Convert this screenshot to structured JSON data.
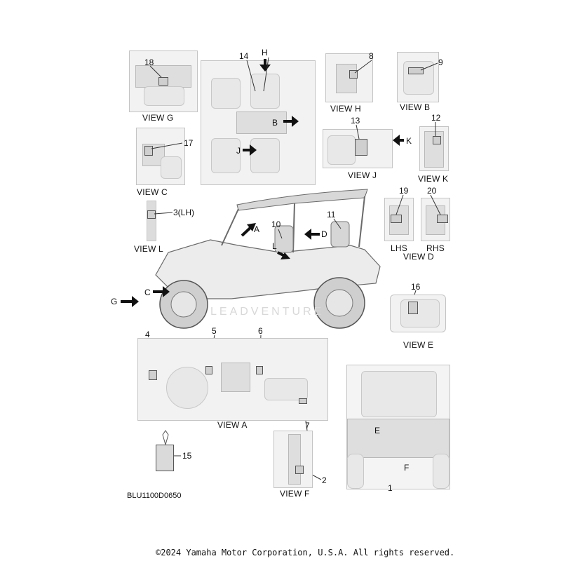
{
  "diagram_code": "BLU1100D0650",
  "footer": "©2024 Yamaha Motor Corporation, U.S.A. All rights reserved.",
  "watermark": "LEADVENTURE",
  "views": {
    "g": "VIEW G",
    "c": "VIEW C",
    "l": "VIEW L",
    "h": "VIEW H",
    "b": "VIEW B",
    "j": "VIEW J",
    "k": "VIEW K",
    "d": "VIEW D",
    "lhs": "LHS",
    "rhs": "RHS",
    "e": "VIEW E",
    "a": "VIEW A",
    "f": "VIEW F"
  },
  "callouts": {
    "n1": "1",
    "n2": "2",
    "n3": "3(LH)",
    "n4": "4",
    "n5": "5",
    "n6": "6",
    "n7": "7",
    "n8": "8",
    "n9": "9",
    "n10": "10",
    "n11": "11",
    "n12": "12",
    "n13": "13",
    "n14": "14",
    "n15": "15",
    "n16": "16",
    "n17": "17",
    "n18": "18",
    "n19": "19",
    "n20": "20"
  },
  "arrows": {
    "a": "A",
    "b": "B",
    "c": "C",
    "d": "D",
    "e": "E",
    "f": "F",
    "g": "G",
    "h": "H",
    "j": "J",
    "k": "K",
    "l": "L"
  }
}
